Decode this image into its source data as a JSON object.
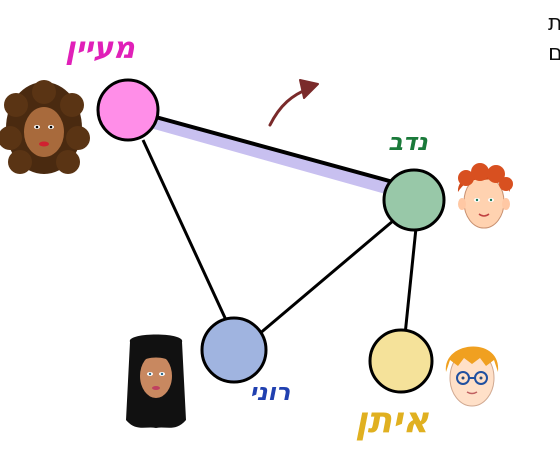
{
  "annotation": {
    "line1": "הקשת הזו מייצגת",
    "line2": "שמעיין ונדב חברים"
  },
  "nodes": [
    {
      "id": "maayan",
      "label": "מעיין",
      "fill": "#ff8ee8",
      "label_color": "#e020b8"
    },
    {
      "id": "nadav",
      "label": "נדב",
      "fill": "#98c8a8",
      "label_color": "#1a7a3a"
    },
    {
      "id": "roni",
      "label": "רוני",
      "fill": "#a0b4e0",
      "label_color": "#2040b0"
    },
    {
      "id": "eitan",
      "label": "איתן",
      "fill": "#f5e29a",
      "label_color": "#e0b020"
    }
  ],
  "edges": [
    {
      "from": "maayan",
      "to": "nadav",
      "highlighted": true
    },
    {
      "from": "maayan",
      "to": "roni",
      "highlighted": false
    },
    {
      "from": "nadav",
      "to": "roni",
      "highlighted": false
    },
    {
      "from": "nadav",
      "to": "eitan",
      "highlighted": false
    }
  ],
  "highlight_color": "#c8c0f0",
  "avatars": [
    {
      "for": "maayan",
      "icon": "curly-hair-girl-avatar"
    },
    {
      "for": "nadav",
      "icon": "red-hair-boy-avatar"
    },
    {
      "for": "roni",
      "icon": "black-hair-girl-avatar"
    },
    {
      "for": "eitan",
      "icon": "blond-boy-glasses-avatar"
    }
  ]
}
